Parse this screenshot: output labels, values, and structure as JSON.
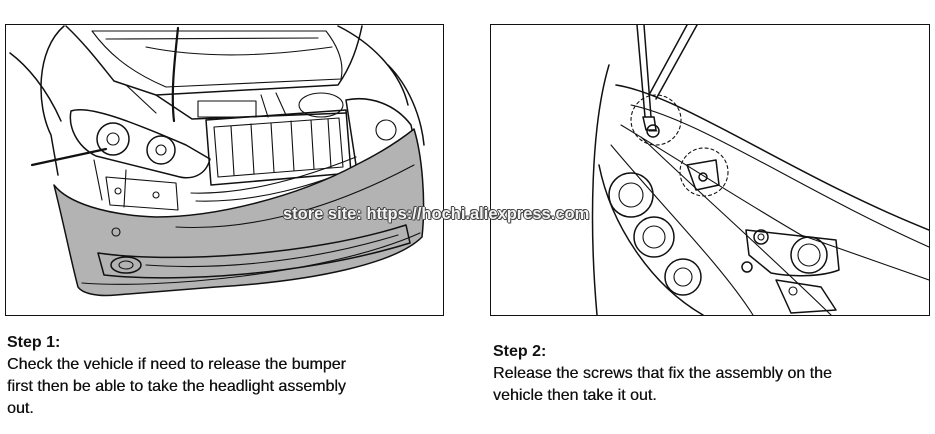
{
  "watermark": "store site: https://hochi.aliexpress.com",
  "steps": [
    {
      "heading": "Step 1:",
      "lines": [
        "Check the vehicle if need to release the bumper",
        "first then be able to take the headlight assembly",
        "out."
      ]
    },
    {
      "heading": "Step 2:",
      "lines": [
        "Release the screws that fix the assembly on the",
        "vehicle then take it out."
      ]
    }
  ],
  "colors": {
    "bumper": "#b3b3b3",
    "ink": "#111111"
  }
}
